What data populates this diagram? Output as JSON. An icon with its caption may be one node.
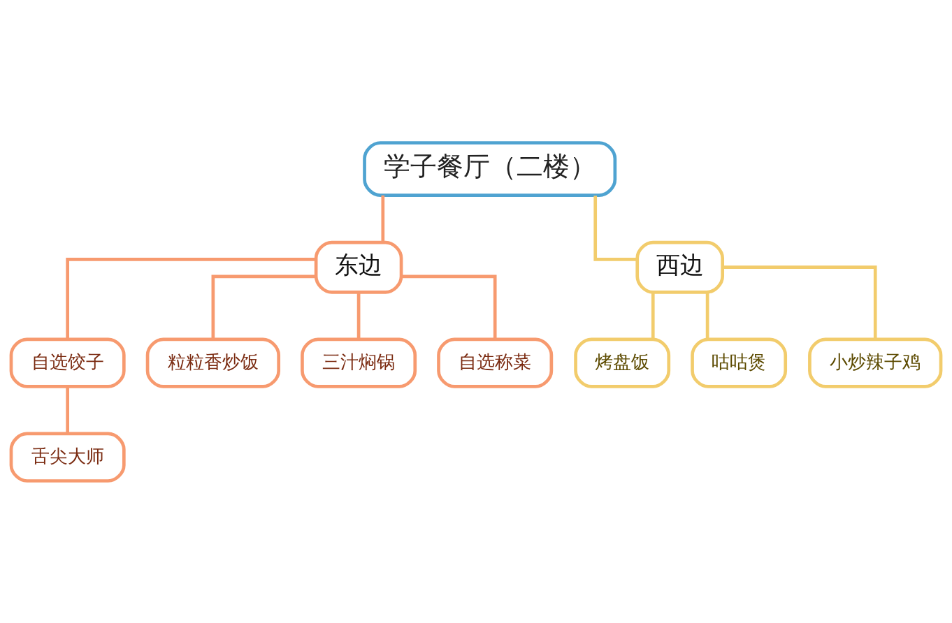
{
  "diagram": {
    "nodes": [
      {
        "text": [
          "学子餐厅（二楼）"
        ]
      },
      {
        "text": [
          "东边"
        ]
      },
      {
        "text": [
          "西边"
        ]
      },
      {
        "text": [
          "自选饺子"
        ]
      },
      {
        "text": [
          "粒粒香炒饭"
        ]
      },
      {
        "text": [
          "三汁焖锅"
        ]
      },
      {
        "text": [
          "自选称菜"
        ]
      },
      {
        "text": [
          "舌尖大师"
        ]
      },
      {
        "text": [
          "烤盘饭"
        ]
      },
      {
        "text": [
          "咕咕煲"
        ]
      },
      {
        "text": [
          "小炒辣子鸡"
        ]
      }
    ],
    "edges": [
      {
        "from": 0,
        "to": 1,
        "arrow": "none"
      },
      {
        "from": 0,
        "to": 2,
        "arrow": "none",
        "color": "#f2cc6c"
      },
      {
        "from": 1,
        "to": 3,
        "arrow": "none"
      },
      {
        "from": 1,
        "to": 4,
        "arrow": "none"
      },
      {
        "from": 1,
        "to": 5,
        "arrow": "none"
      },
      {
        "from": 1,
        "to": 6,
        "arrow": "none"
      },
      {
        "from": 3,
        "to": 7,
        "arrow": "none"
      },
      {
        "from": 2,
        "to": 8,
        "arrow": "none",
        "color": "#f2cc6c"
      },
      {
        "from": 2,
        "to": 9,
        "arrow": "none",
        "color": "#f2cc6c"
      },
      {
        "from": 2,
        "to": 10,
        "arrow": "none",
        "color": "#f2cc6c"
      }
    ]
  }
}
